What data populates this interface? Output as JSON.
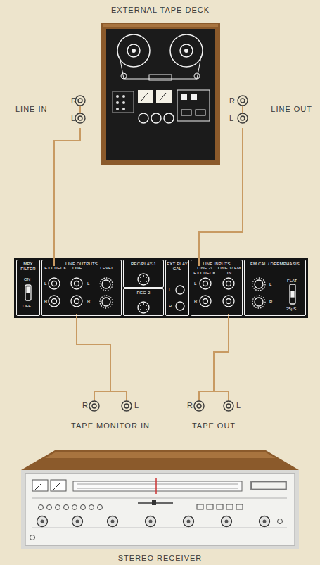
{
  "diagram": {
    "nodes": [
      {
        "text": [
          "EXTERNAL TAPE DECK"
        ]
      },
      {
        "text": [
          "LINE IN"
        ]
      },
      {
        "text": [
          "LINE OUT"
        ]
      },
      {
        "text": [
          "MPX FILTER"
        ]
      },
      {
        "text": [
          "LINE OUTPUTS"
        ]
      },
      {
        "text": [
          "EXT DECK"
        ],
        "in": 4
      },
      {
        "text": [
          "LINE"
        ],
        "in": 4
      },
      {
        "text": [
          "LEVEL"
        ],
        "in": 4
      },
      {
        "text": [
          "REC/PLAY-1"
        ]
      },
      {
        "text": [
          "REC-2"
        ]
      },
      {
        "text": [
          "EXT PLAY CAL"
        ]
      },
      {
        "text": [
          "LINE INPUTS"
        ]
      },
      {
        "text": [
          "LINE 2/ EXT DECK"
        ],
        "in": 11
      },
      {
        "text": [
          "LINE 1/ FM IN"
        ],
        "in": 11
      },
      {
        "text": [
          "FM CAL / DEEMPHASIS"
        ]
      },
      {
        "text": [
          "TAPE MONITOR IN"
        ]
      },
      {
        "text": [
          "TAPE OUT"
        ]
      },
      {
        "text": [
          "STEREO RECEIVER"
        ]
      }
    ],
    "edges": [
      {
        "from": 1,
        "to": 5,
        "arrow": "none"
      },
      {
        "from": 2,
        "to": 12,
        "arrow": "none"
      },
      {
        "from": 6,
        "to": 15,
        "arrow": "none"
      },
      {
        "from": 16,
        "to": 13,
        "arrow": "none"
      }
    ],
    "labels": [
      "R",
      "L",
      "R",
      "L",
      "ON",
      "OFF",
      "L",
      "R",
      "L",
      "R",
      "L",
      "R",
      "L",
      "R",
      "L",
      "R",
      "FLAT",
      "25μS",
      "R",
      "L",
      "R",
      "L"
    ]
  }
}
